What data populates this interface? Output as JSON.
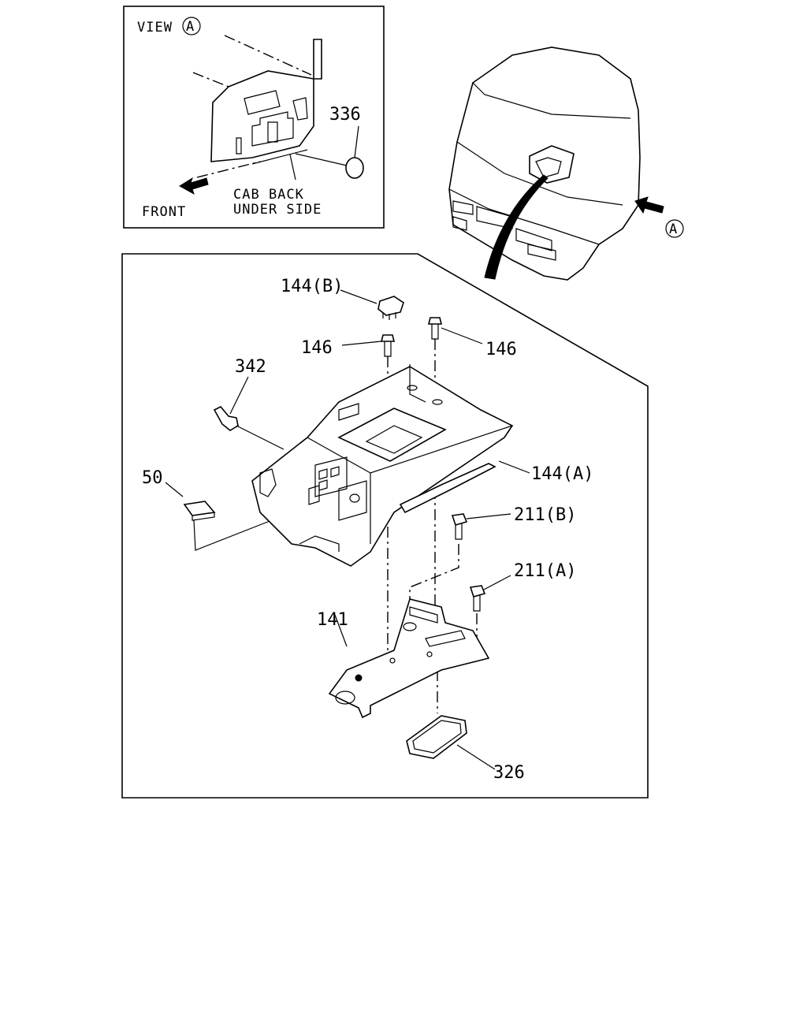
{
  "view_box": {
    "title_prefix": "VIEW",
    "title_marker": "A",
    "front_label": "FRONT",
    "cab_back_label": "CAB BACK",
    "under_side_label": "UNDER SIDE",
    "part_336": "336"
  },
  "cab_view": {
    "view_marker": "A"
  },
  "parts": {
    "p144b": "144(B)",
    "p146_left": "146",
    "p146_right": "146",
    "p342": "342",
    "p50": "50",
    "p144a": "144(A)",
    "p211b": "211(B)",
    "p211a": "211(A)",
    "p141": "141",
    "p326": "326"
  }
}
